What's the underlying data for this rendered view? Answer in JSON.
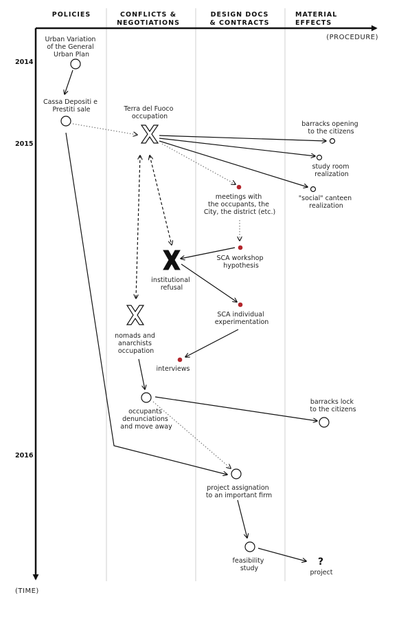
{
  "columns": [
    "POLICIES",
    "CONFLICTS &",
    "NEGOTIATIONS",
    "DESIGN DOCS",
    "& CONTRACTS",
    "MATERIAL",
    "EFFECTS"
  ],
  "axis": {
    "procedure": "(PROCEDURE)",
    "time": "(TIME)"
  },
  "years": [
    "2014",
    "2015",
    "2016"
  ],
  "nodes": {
    "urban_variation": [
      "Urban Variation",
      "of the General",
      "Urban Plan"
    ],
    "cdp_sale": [
      "Cassa Depositi e",
      "Prestiti sale"
    ],
    "terra_del_fuoco": [
      "Terra del Fuoco",
      "occupation"
    ],
    "barracks_opening": [
      "barracks opening",
      "to the citizens"
    ],
    "study_room": [
      "study room",
      "realization"
    ],
    "social_canteen": [
      "\"social\" canteen",
      "realization"
    ],
    "meetings": [
      "meetings with",
      "the occupants, the",
      "City, the district (etc.)"
    ],
    "sca_workshop": [
      "SCA workshop",
      "hypothesis"
    ],
    "institutional_refusal": [
      "institutional",
      "refusal"
    ],
    "sca_individual": [
      "SCA individual",
      "experimentation"
    ],
    "nomads": [
      "nomads and",
      "anarchists",
      "occupation"
    ],
    "interviews": [
      "interviews"
    ],
    "occupants_denunciations": [
      "occupants",
      "denunciations",
      "and move away"
    ],
    "barracks_lock": [
      "barracks lock",
      "to the citizens"
    ],
    "project_assignation": [
      "project assignation",
      "to an important firm"
    ],
    "feasibility": [
      "feasibility",
      "study"
    ],
    "project": [
      "?",
      "project"
    ]
  },
  "colors": {
    "ink": "#111111",
    "accent_red": "#b3262c",
    "grid": "#cfcfcf"
  }
}
